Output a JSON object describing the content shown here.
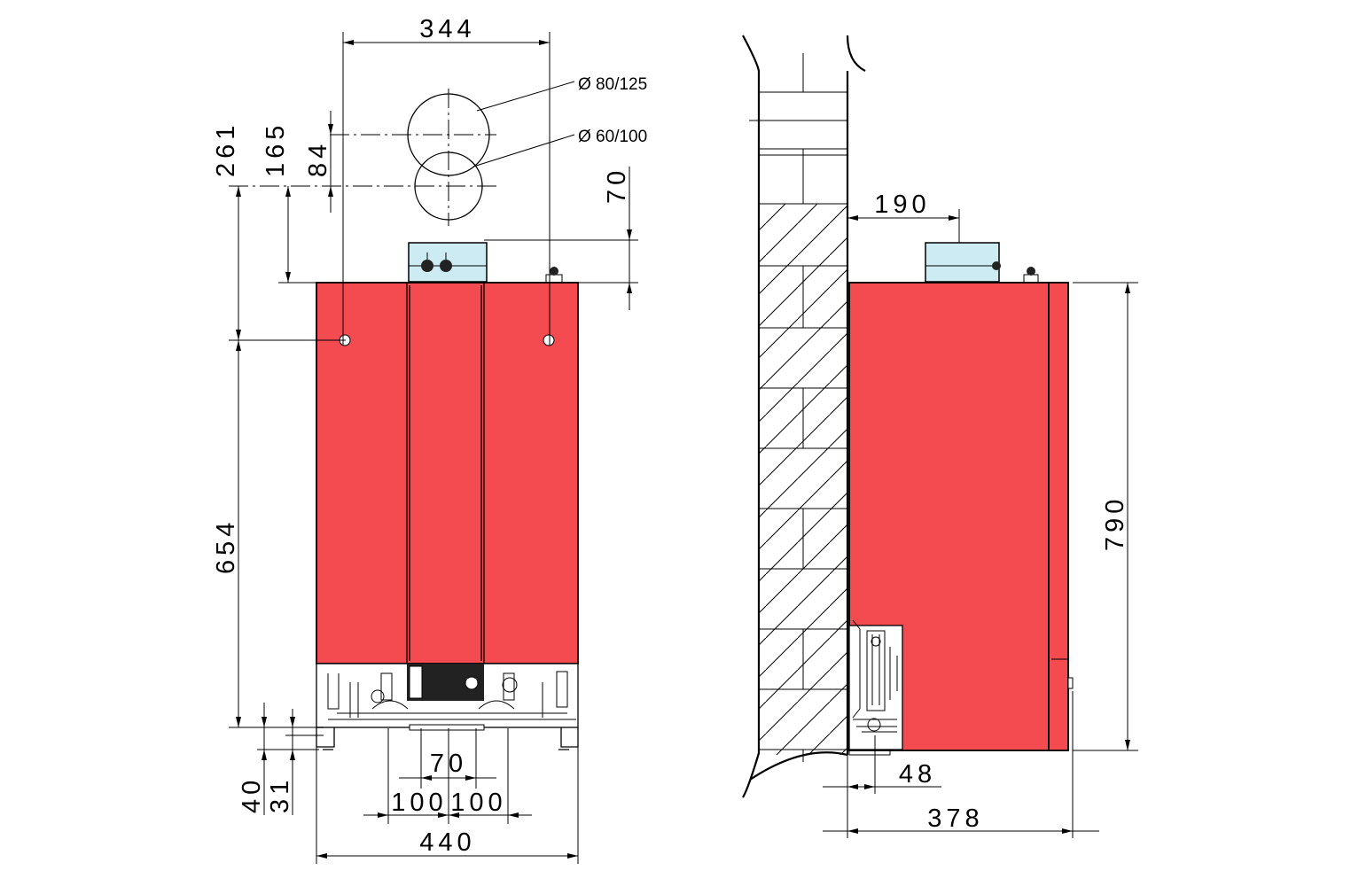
{
  "colors": {
    "boiler_body": "#F44B50",
    "flue_terminal": "#CDEBF3",
    "line": "#000000"
  },
  "front_view": {
    "width_total": "440",
    "flue_spacing": "344",
    "height_upper": "261",
    "flue_height_165": "165",
    "flue_height_84": "84",
    "terminal_height": "70",
    "height_lower": "654",
    "bottom_offset_40": "40",
    "bottom_offset_31": "31",
    "pipe_spacing_70": "70",
    "pipe_spacing_left": "100",
    "pipe_spacing_right": "100",
    "flue_diameter_large": "Ø 80/125",
    "flue_diameter_small": "Ø 60/100"
  },
  "side_view": {
    "wall_clearance": "190",
    "height_total": "790",
    "pipe_depth": "48",
    "depth_total": "378"
  }
}
